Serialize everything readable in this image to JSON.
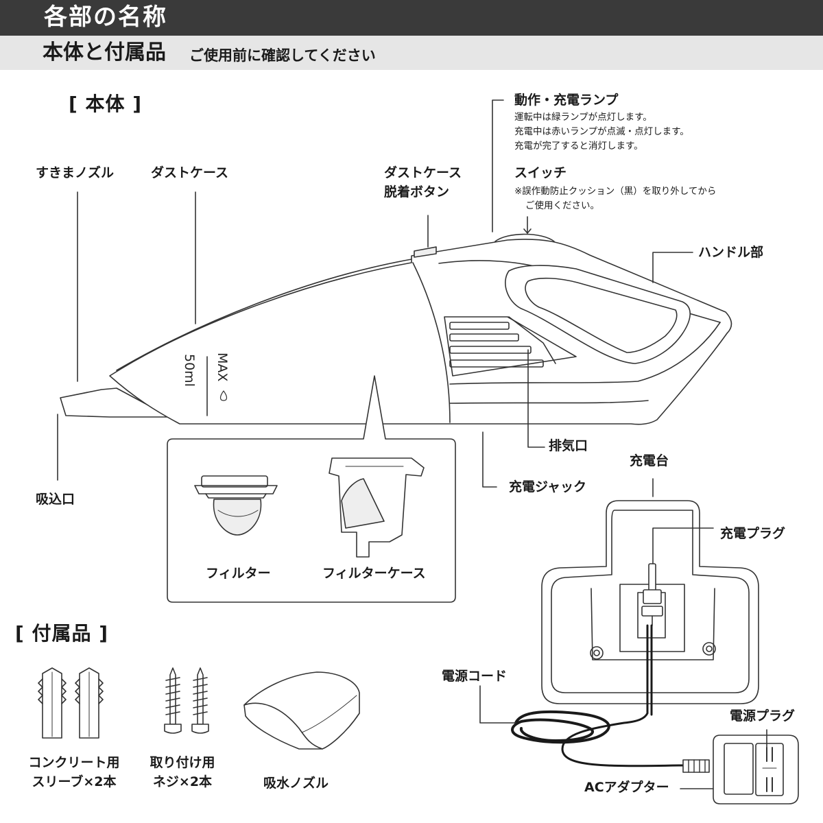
{
  "header": {
    "title": "各部の名称"
  },
  "subheader": {
    "title": "本体と付属品",
    "note": "ご使用前に確認してください"
  },
  "sections": {
    "main_body": "[ 本体 ]",
    "accessories": "[ 付属品 ]"
  },
  "labels": {
    "crevice_nozzle": "すきまノズル",
    "dust_case": "ダストケース",
    "dust_case_release_l1": "ダストケース",
    "dust_case_release_l2": "脱着ボタン",
    "lamp": "動作・充電ランプ",
    "switch": "スイッチ",
    "handle": "ハンドル部",
    "exhaust": "排気口",
    "charge_jack": "充電ジャック",
    "intake": "吸込口",
    "filter": "フィルター",
    "filter_case": "フィルターケース",
    "charging_stand": "充電台",
    "charge_plug": "充電プラグ",
    "power_cord": "電源コード",
    "power_plug": "電源プラグ",
    "ac_adapter": "ACアダプター",
    "sleeve_l1": "コンクリート用",
    "sleeve_l2": "スリーブ×2本",
    "screw_l1": "取り付け用",
    "screw_l2": "ネジ×2本",
    "water_nozzle": "吸水ノズル"
  },
  "notes": {
    "lamp_1": "運転中は緑ランプが点灯します。",
    "lamp_2": "充電中は赤いランプが点滅・点灯します。",
    "lamp_3": "充電が完了すると消灯します。",
    "switch_1": "※誤作動防止クッション（黒）を取り外してから",
    "switch_2": "ご使用ください。"
  },
  "markings": {
    "max": "MAX",
    "volume": "50ml"
  }
}
